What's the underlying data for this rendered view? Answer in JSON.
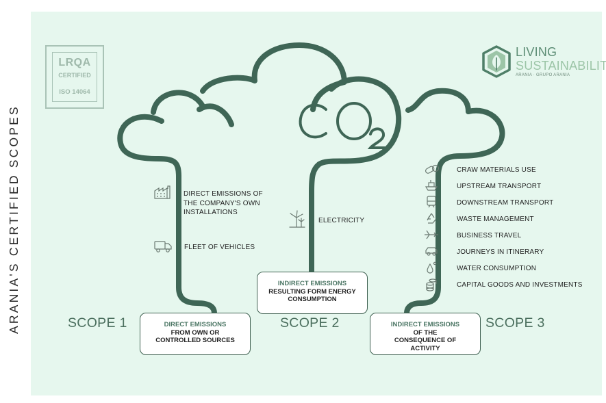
{
  "side_title": "ARANIA'S CERTIFIED SCOPES",
  "certification": {
    "logo": "LRQA",
    "status": "CERTIFIED",
    "standard": "ISO 14064"
  },
  "brand": {
    "line1": "LIVING",
    "line2": "SUSTAINABILITY",
    "line3": "ARANIA · GRUPO ARANIA",
    "icon": "leaf-hexagon-icon"
  },
  "cloud_label": "CO2",
  "colors": {
    "background": "#e6f7ee",
    "tree": "#3f6656",
    "box_border": "#3d5f4f",
    "scope_text": "#4b6f5e",
    "box_heading": "#4a7563"
  },
  "scope1": {
    "label": "SCOPE 1",
    "box_heading": "DIRECT EMISSIONS",
    "box_text": "FROM OWN OR CONTROLLED SOURCES",
    "items": [
      {
        "icon": "factory-icon",
        "label": "DIRECT EMISSIONS OF THE COMPANY'S OWN INSTALLATIONS"
      },
      {
        "icon": "truck-icon",
        "label": "FLEET OF VEHICLES"
      }
    ]
  },
  "scope2": {
    "label": "SCOPE 2",
    "box_heading": "INDIRECT EMISSIONS",
    "box_text": "RESULTING FORM ENERGY CONSUMPTION",
    "items": [
      {
        "icon": "wind-turbine-icon",
        "label": "ELECTRICITY"
      }
    ]
  },
  "scope3": {
    "label": "SCOPE 3",
    "box_heading": "INDIRECT EMISSIONS",
    "box_text": "OF THE CONSEQUENCE OF ACTIVITY",
    "items": [
      {
        "icon": "pills-icon",
        "label": "CRAW MATERIALS USE"
      },
      {
        "icon": "ship-icon",
        "label": "UPSTREAM TRANSPORT"
      },
      {
        "icon": "train-icon",
        "label": "DOWNSTREAM TRANSPORT"
      },
      {
        "icon": "recycle-icon",
        "label": "WASTE MANAGEMENT"
      },
      {
        "icon": "airplane-icon",
        "label": "BUSINESS TRAVEL"
      },
      {
        "icon": "car-icon",
        "label": "JOURNEYS IN ITINERARY"
      },
      {
        "icon": "water-drop-icon",
        "label": "WATER CONSUMPTION"
      },
      {
        "icon": "coins-icon",
        "label": "CAPITAL GOODS AND INVESTMENTS"
      }
    ]
  }
}
